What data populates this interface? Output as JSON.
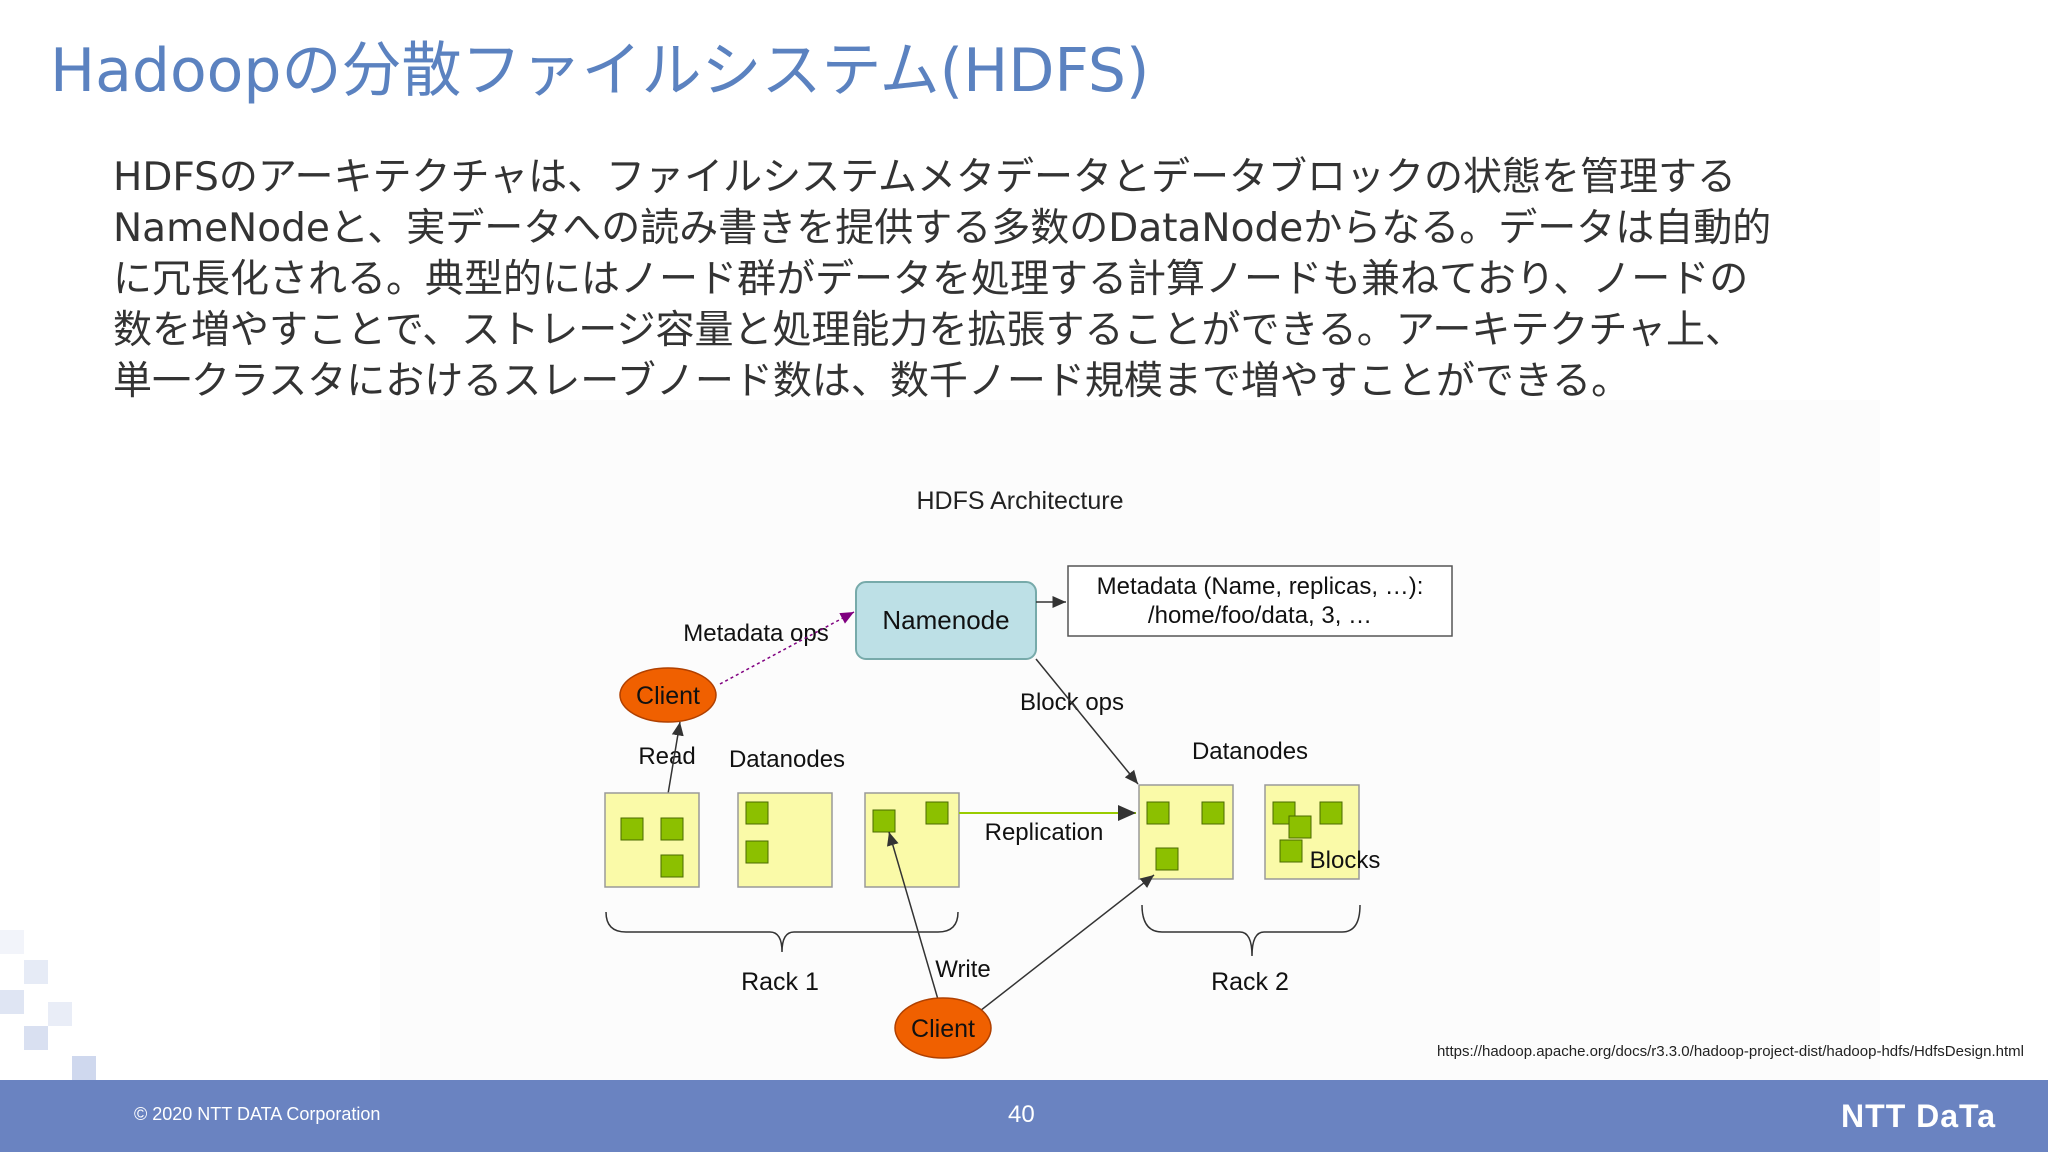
{
  "slide": {
    "title": "Hadoopの分散ファイルシステム(HDFS)",
    "body_lines": [
      "HDFSのアーキテクチャは、ファイルシステムメタデータとデータブロックの状態を管理する",
      "NameNodeと、実データへの読み書きを提供する多数のDataNodeからなる。データは自動的",
      "に冗長化される。典型的にはノード群がデータを処理する計算ノードも兼ねており、ノードの",
      "数を増やすことで、ストレージ容量と処理能力を拡張することができる。アーキテクチャ上、",
      "単一クラスタにおけるスレーブノード数は、数千ノード規模まで増やすことができる。"
    ],
    "source_url": "https://hadoop.apache.org/docs/r3.3.0/hadoop-project-dist/hadoop-hdfs/HdfsDesign.html"
  },
  "diagram": {
    "title": "HDFS Architecture",
    "namenode": "Namenode",
    "metadata_line1": "Metadata (Name, replicas, …):",
    "metadata_line2": "/home/foo/data, 3, …",
    "metadata_ops": "Metadata ops",
    "client_top": "Client",
    "client_bottom": "Client",
    "read": "Read",
    "write": "Write",
    "block_ops": "Block ops",
    "datanodes_left": "Datanodes",
    "datanodes_right": "Datanodes",
    "replication": "Replication",
    "blocks": "Blocks",
    "rack1": "Rack 1",
    "rack2": "Rack 2"
  },
  "footer": {
    "copyright": "© 2020 NTT DATA Corporation",
    "page_number": "40",
    "logo": "NTT DaTa"
  },
  "colors": {
    "title": "#5b82c0",
    "footer": "#6a83c1",
    "namenode_fill": "#bde0e6",
    "client_fill": "#f06000",
    "datanode_fill": "#fafaa8",
    "block_fill": "#8cc000"
  }
}
